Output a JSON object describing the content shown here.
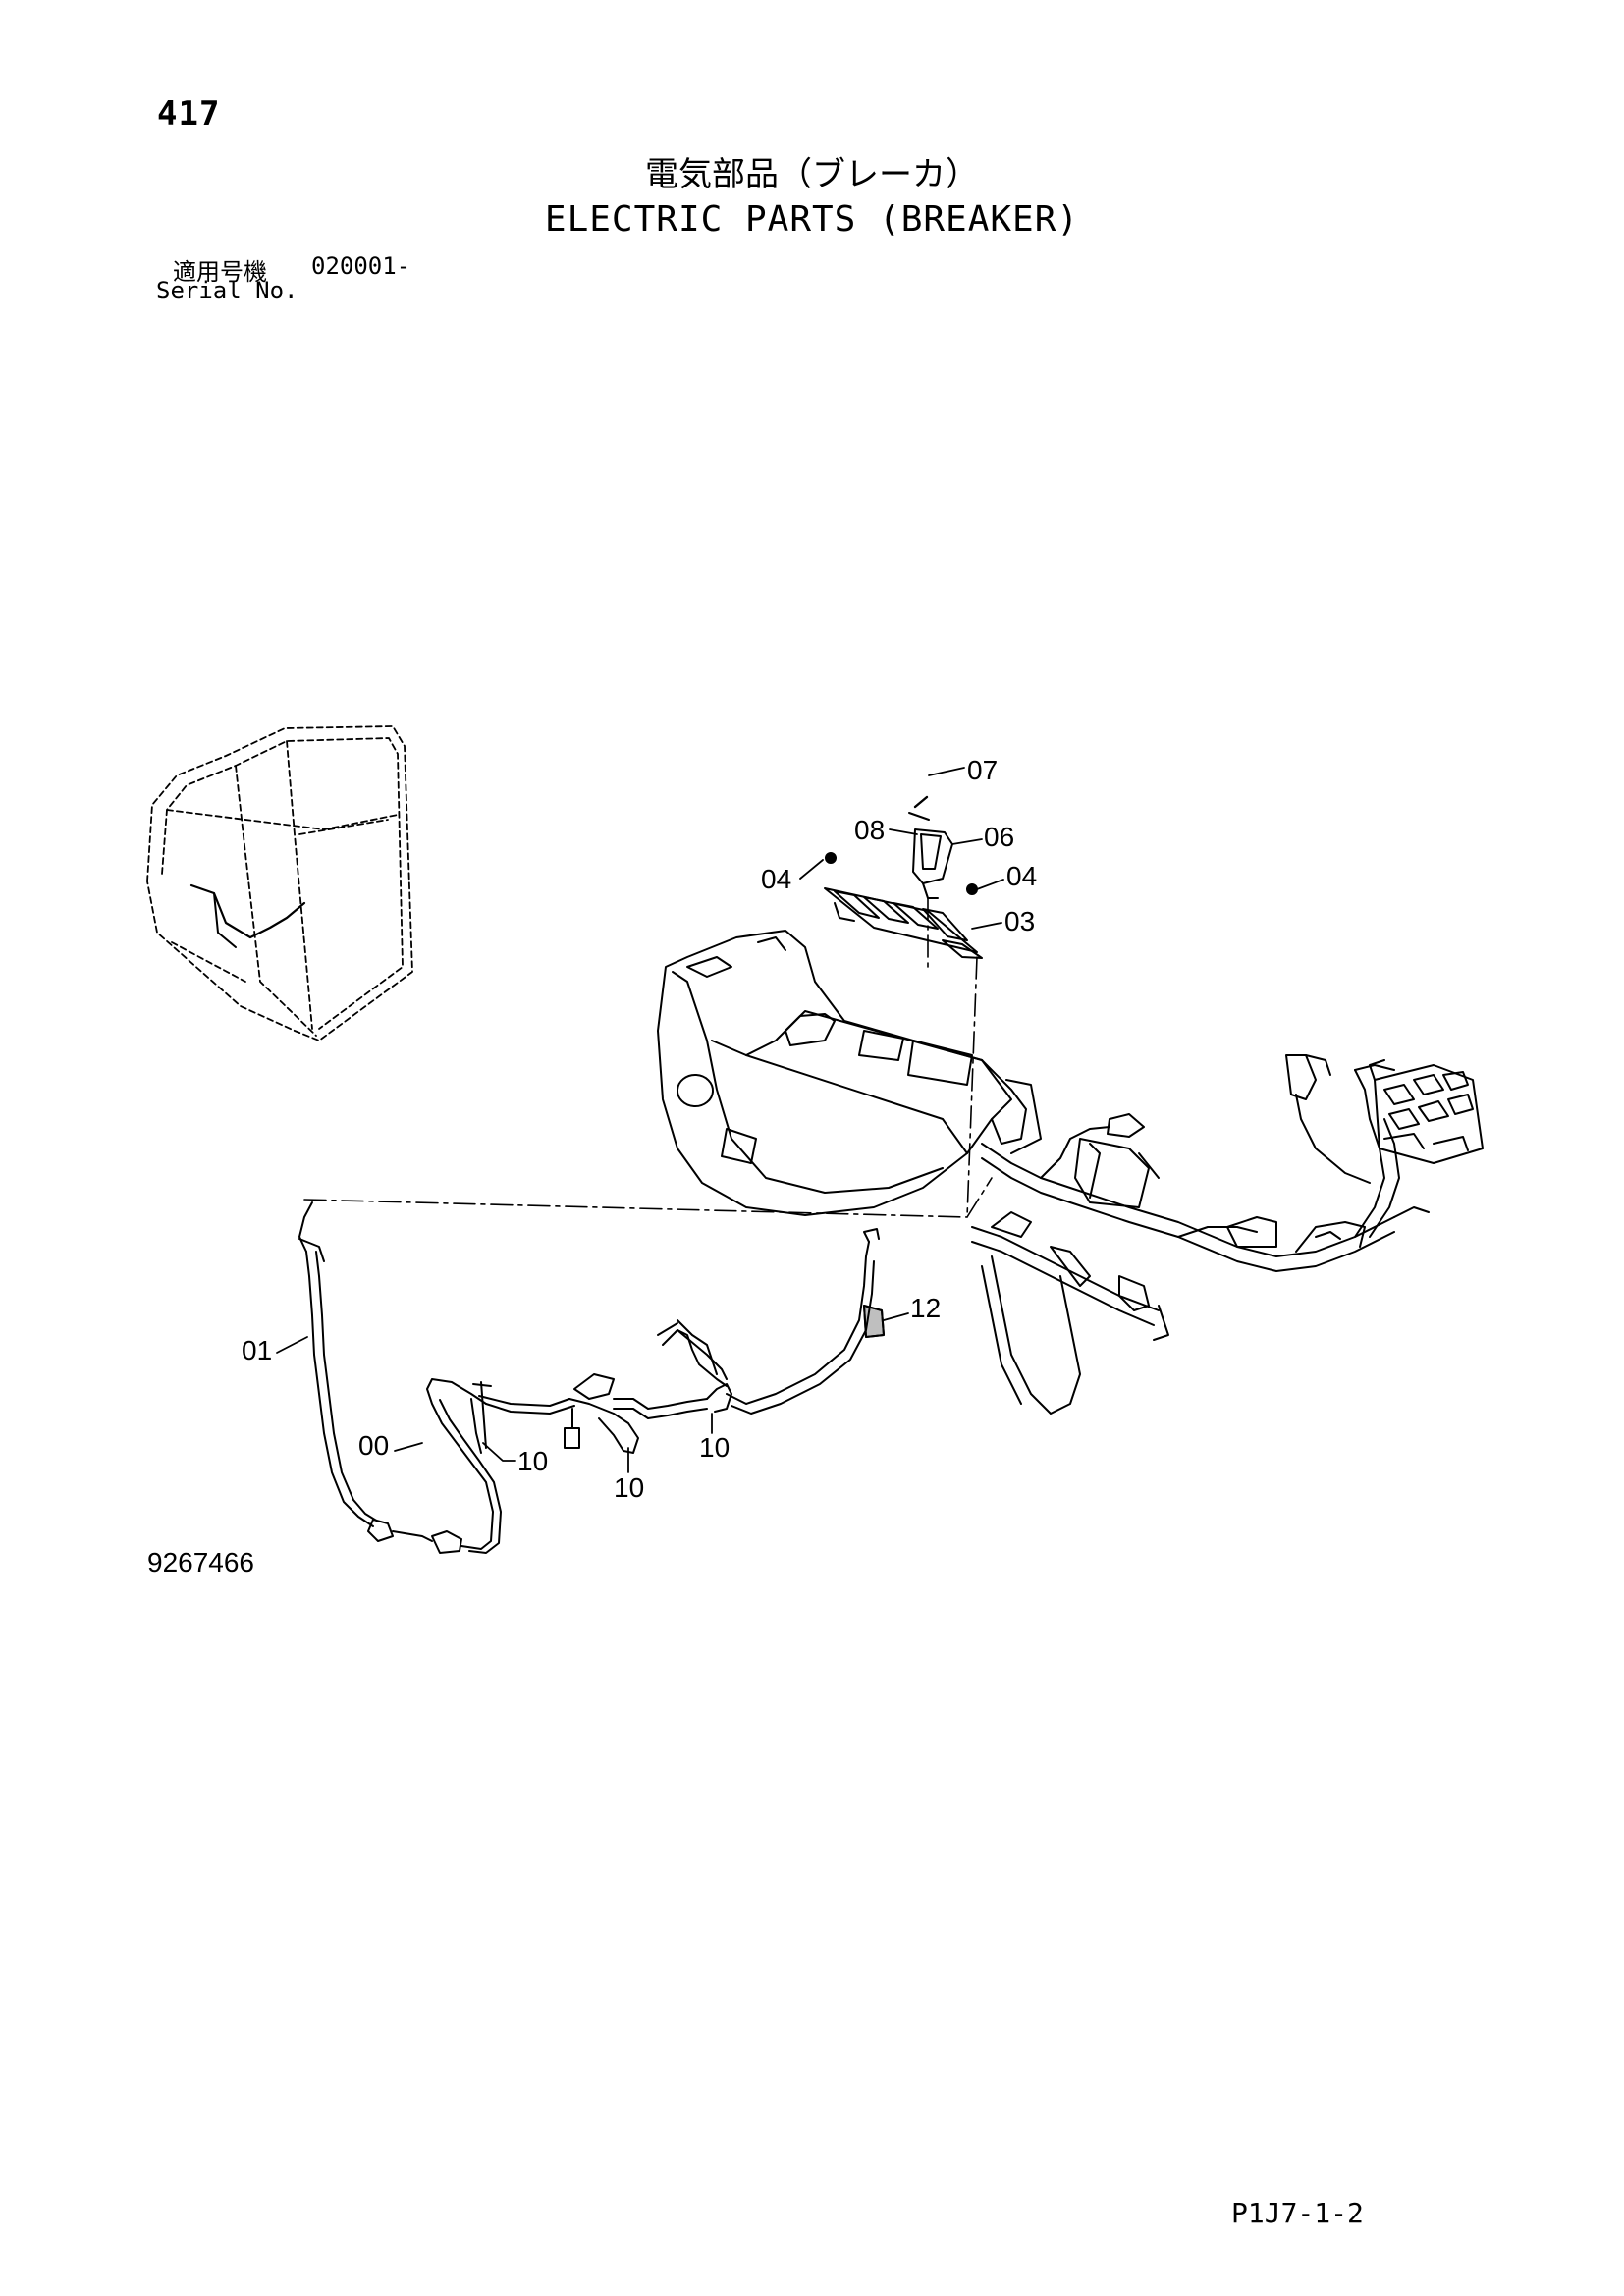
{
  "page_number": "417",
  "title": {
    "japanese": "電気部品（ブレーカ）",
    "english": "ELECTRIC PARTS (BREAKER)"
  },
  "serial": {
    "label_ja": "適用号機",
    "value": "020001-",
    "label_en": "Serial No."
  },
  "diagram_number": "9267466",
  "page_code": "P1J7-1-2",
  "callouts": [
    "07",
    "08",
    "06",
    "04",
    "04",
    "03",
    "12",
    "01",
    "00",
    "10",
    "10",
    "10"
  ]
}
